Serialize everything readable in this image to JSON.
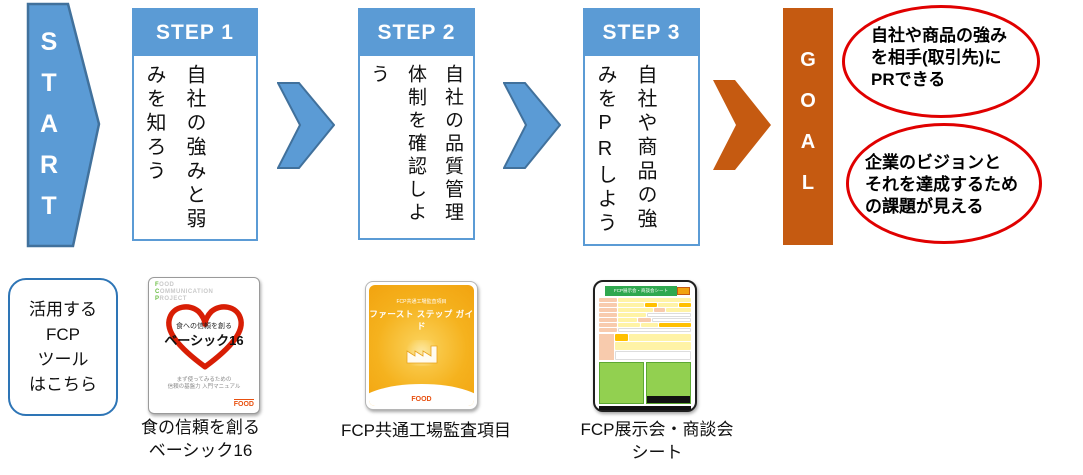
{
  "flow": {
    "start": {
      "letters": [
        "S",
        "T",
        "A",
        "R",
        "T"
      ]
    },
    "steps": [
      {
        "header": "STEP 1",
        "lines": [
          "自社の強みと弱",
          "みを知ろう"
        ]
      },
      {
        "header": "STEP 2",
        "lines": [
          "自社の品質管理",
          "体制を確認しよ",
          "う"
        ]
      },
      {
        "header": "STEP 3",
        "lines": [
          "自社や商品の強",
          "みをPRしよう"
        ]
      }
    ],
    "goal": {
      "letters": [
        "G",
        "O",
        "A",
        "L"
      ]
    }
  },
  "outcomes": [
    {
      "lines": [
        "自社や商品の強み",
        "を相手(取引先)に",
        "PRできる"
      ]
    },
    {
      "lines": [
        "企業のビジョンと",
        "それを達成するため",
        "の課題が見える"
      ]
    }
  ],
  "tools_callout": {
    "lines": [
      "活用する",
      "FCP",
      "ツール",
      "はこちら"
    ]
  },
  "tools": [
    {
      "caption_lines": [
        "食の信頼を創る",
        "ベーシック16"
      ],
      "cover": {
        "logo_lines": [
          {
            "initial": "F",
            "rest": "OOD"
          },
          {
            "initial": "C",
            "rest": "OMMUNICATION"
          },
          {
            "initial": "P",
            "rest": "ROJECT"
          }
        ],
        "heart_label": "食への信頼を創る",
        "heart_title": "ベーシック16",
        "subtitle_lines": [
          "まず使ってみるための",
          "信頼の基盤力 入門マニュアル"
        ],
        "brand": "FOOD"
      }
    },
    {
      "caption_lines": [
        "FCP共通工場監査項目"
      ],
      "cover": {
        "top_text": "FCP共通工場監査項目",
        "title": "ファースト ステップ ガイド",
        "brand": "FOOD"
      }
    },
    {
      "caption_lines": [
        "FCP展示会・商談会",
        "シート"
      ],
      "cover": {
        "header": "FCP展示会・商談会シート"
      }
    }
  ],
  "colors": {
    "blue": "#5B9BD5",
    "blue_dark": "#41719C",
    "orange": "#C55A11",
    "red": "#E00000",
    "callout_border": "#2E75B6",
    "fcp_green": "#6CBE45",
    "cover2_orange": "#F2A30F",
    "sheet_header_green": "#2FA84F",
    "sheet_cell_green": "#92D050",
    "sheet_cell_yellow": "#FFF3A6",
    "sheet_cell_tan": "#F8CBAD",
    "sheet_cell_orange": "#FFC000",
    "brand_orange": "#E8500F"
  }
}
